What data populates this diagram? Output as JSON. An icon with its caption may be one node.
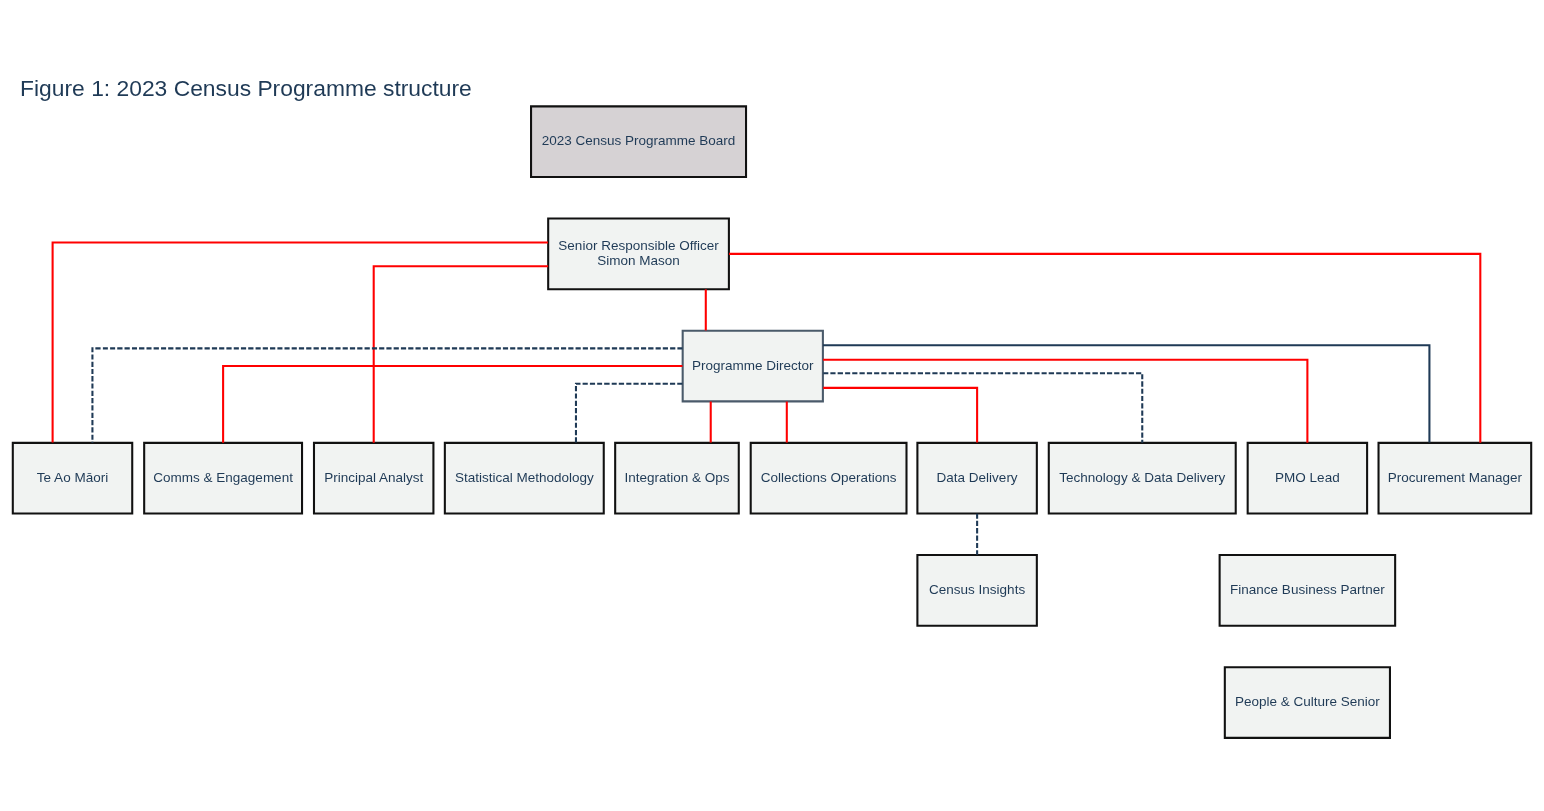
{
  "diagram": {
    "title": "Figure 1: 2023 Census Programme structure",
    "nodes": [
      {
        "text": [
          "2023 Census Programme Board"
        ]
      },
      {
        "text": [
          "Senior Responsible Officer",
          "Simon Mason"
        ]
      },
      {
        "text": [
          "Programme Director"
        ]
      },
      {
        "text": [
          "Te Ao Māori"
        ]
      },
      {
        "text": [
          "Comms & Engagement"
        ]
      },
      {
        "text": [
          "Principal Analyst"
        ]
      },
      {
        "text": [
          "Statistical Methodology"
        ]
      },
      {
        "text": [
          "Integration & Ops"
        ]
      },
      {
        "text": [
          "Collections Operations"
        ]
      },
      {
        "text": [
          "Data Delivery"
        ]
      },
      {
        "text": [
          "Technology & Data Delivery"
        ]
      },
      {
        "text": [
          "PMO Lead"
        ]
      },
      {
        "text": [
          "Procurement Manager"
        ]
      },
      {
        "text": [
          "Census Insights"
        ]
      },
      {
        "text": [
          "Finance Business Partner"
        ]
      },
      {
        "text": [
          "People & Culture Senior"
        ]
      }
    ],
    "edges": [
      {
        "from": 1,
        "to": 3,
        "arrow": "none"
      },
      {
        "from": 1,
        "to": 5,
        "arrow": "none"
      },
      {
        "from": 1,
        "to": 2,
        "arrow": "none"
      },
      {
        "from": 1,
        "to": 12,
        "arrow": "none"
      },
      {
        "from": 2,
        "to": 3,
        "arrow": "none",
        "style": "dashed",
        "color": "#1f3a56"
      },
      {
        "from": 2,
        "to": 4,
        "arrow": "none"
      },
      {
        "from": 2,
        "to": 6,
        "arrow": "none",
        "style": "dashed",
        "color": "#1f3a56"
      },
      {
        "from": 2,
        "to": 7,
        "arrow": "none"
      },
      {
        "from": 2,
        "to": 8,
        "arrow": "none"
      },
      {
        "from": 2,
        "to": 9,
        "arrow": "none"
      },
      {
        "from": 2,
        "to": 10,
        "arrow": "none",
        "style": "dashed",
        "color": "#1f3a56"
      },
      {
        "from": 2,
        "to": 11,
        "arrow": "none"
      },
      {
        "from": 2,
        "to": 12,
        "arrow": "none",
        "color": "#1f3a56"
      },
      {
        "from": 9,
        "to": 13,
        "arrow": "none",
        "style": "dashed",
        "color": "#1f3a56"
      }
    ]
  }
}
